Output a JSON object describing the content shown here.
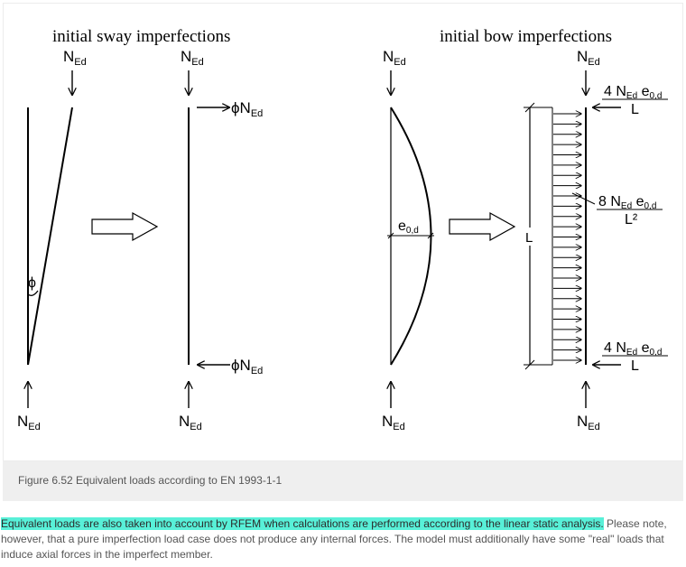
{
  "figure": {
    "heading_sway": "initial sway imperfections",
    "heading_bow": "initial bow imperfections",
    "force_label_main": "N",
    "force_label_sub": "Ed",
    "phi_symbol": "ϕ",
    "phi_force_main": "ϕN",
    "e0_main": "e",
    "e0_sub": "0,d",
    "L_label": "L",
    "end_load": {
      "coef": "4 N",
      "sub": "Ed",
      "e": " e",
      "esub": "0,d",
      "denominator": "L"
    },
    "dist_load": {
      "coef": "8 N",
      "sub": "Ed",
      "e": " e",
      "esub": "0,d",
      "denominator": "L²"
    }
  },
  "caption": "Figure 6.52 Equivalent loads according to EN 1993-1-1",
  "paragraph": {
    "highlighted": "Equivalent loads are also taken into account by RFEM when calculations are performed according to the linear static analysis.",
    "rest": " Please note, however, that a pure imperfection load case does not produce any internal forces. The model must additionally have some \"real\" loads that induce axial forces in the imperfect member."
  },
  "colors": {
    "highlight": "#58f0d8",
    "caption_bar": "#efefef",
    "text": "#555555",
    "ink": "#000000"
  }
}
